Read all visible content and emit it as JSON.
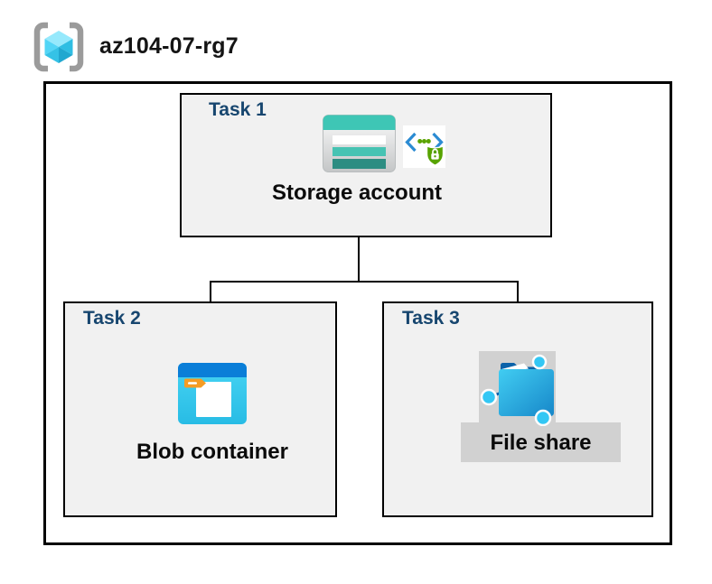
{
  "header": {
    "title": "az104-07-rg7",
    "icon": "resource-group-icon"
  },
  "diagram": {
    "resource_group": "az104-07-rg7",
    "tasks": [
      {
        "label": "Task 1",
        "resource": "Storage account",
        "icons": [
          "storage-account-icon",
          "sas-lock-icon"
        ]
      },
      {
        "label": "Task 2",
        "resource": "Blob container",
        "icons": [
          "blob-container-icon"
        ]
      },
      {
        "label": "Task 3",
        "resource": "File share",
        "icons": [
          "file-share-icon"
        ]
      }
    ],
    "connections": [
      {
        "from": "Storage account",
        "to": "Blob container"
      },
      {
        "from": "Storage account",
        "to": "File share"
      }
    ]
  },
  "colors": {
    "task_label": "#17466F",
    "box_fill": "#F1F1F1",
    "box_border": "#000000",
    "highlight_gray": "#D1D1D1",
    "storage_teal": "#3EC6B5",
    "storage_teal_dark": "#2D8D82",
    "blob_header_blue": "#0A7ED8",
    "blob_body_cyan": "#38CBEE",
    "tag_orange": "#F59C23",
    "fileshare_blue": "#1787C9",
    "node_cyan": "#33C7F4",
    "sas_green": "#57A300",
    "sas_blue": "#2B8BD3"
  }
}
